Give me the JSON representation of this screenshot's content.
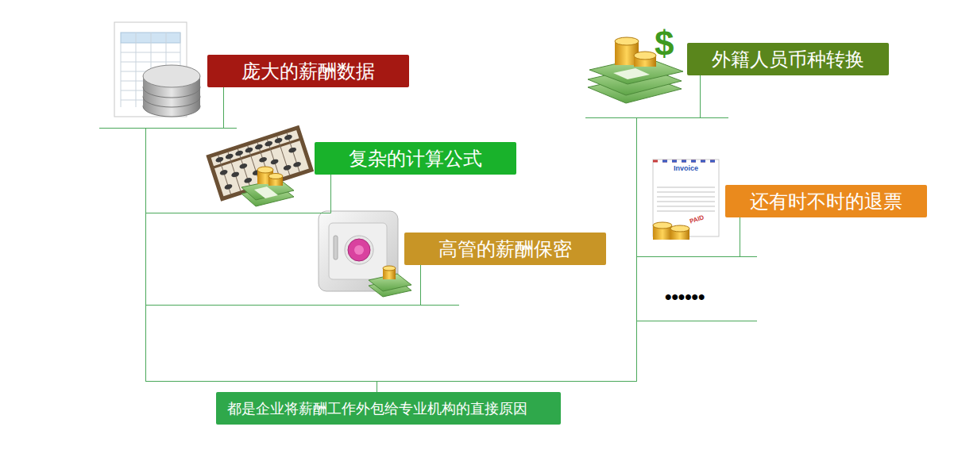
{
  "diagram": {
    "nodes": [
      {
        "text": [
          "庞大的薪酬数据"
        ]
      },
      {
        "text": [
          "复杂的计算公式"
        ]
      },
      {
        "text": [
          "高管的薪酬保密"
        ]
      },
      {
        "text": [
          "外籍人员币种转换"
        ]
      },
      {
        "text": [
          "还有时不时的退票"
        ]
      },
      {
        "text": [
          "都是企业将薪酬工作外包给专业机构的直接原因"
        ]
      }
    ],
    "edges": [
      {
        "from": 0,
        "to": 5,
        "arrow": "none"
      },
      {
        "from": 1,
        "to": 5,
        "arrow": "none"
      },
      {
        "from": 2,
        "to": 5,
        "arrow": "none"
      },
      {
        "from": 3,
        "to": 5,
        "arrow": "none"
      },
      {
        "from": 4,
        "to": 5,
        "arrow": "none"
      }
    ],
    "labels": [
      "$",
      "Invoice",
      "PAID",
      "••••••"
    ]
  }
}
